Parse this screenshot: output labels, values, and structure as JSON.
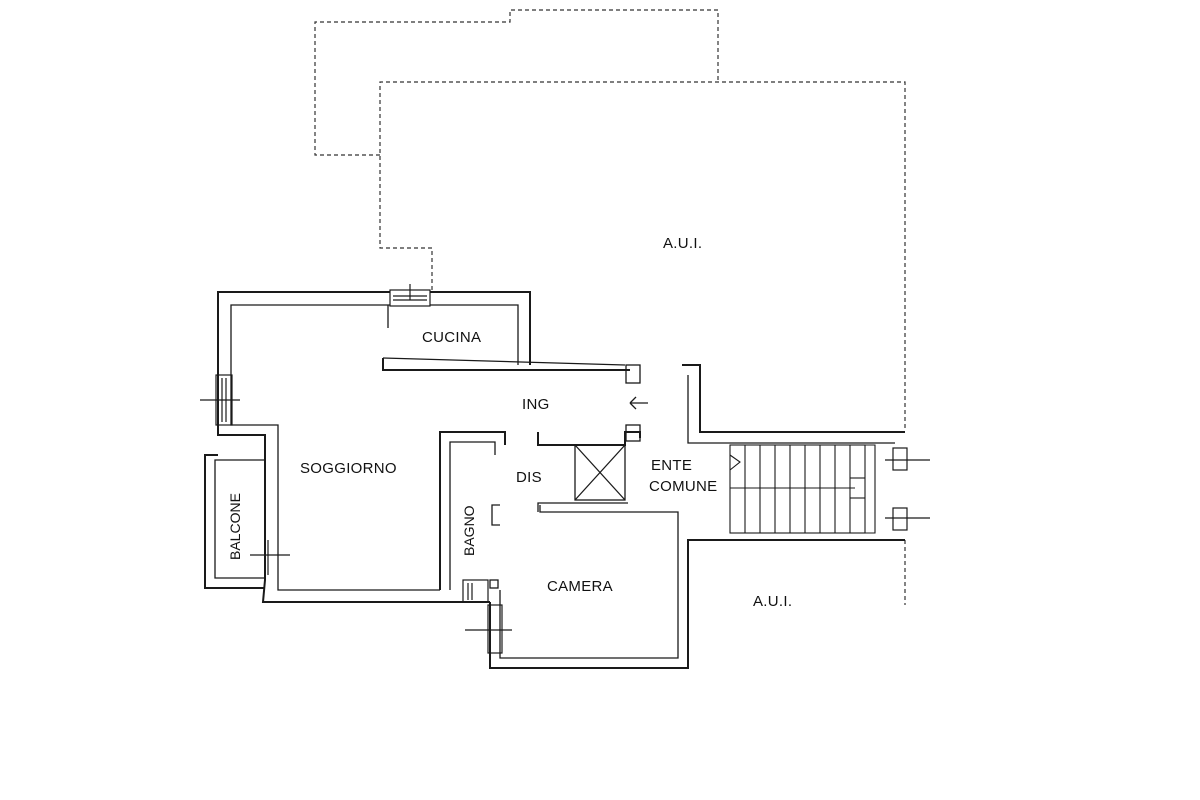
{
  "rooms": {
    "aui_top": "A.U.I.",
    "aui_bottom": "A.U.I.",
    "cucina": "CUCINA",
    "ing": "ING",
    "soggiorno": "SOGGIORNO",
    "dis": "DIS",
    "ente_line1": "ENTE",
    "ente_line2": "COMUNE",
    "balcone": "BALCONE",
    "bagno": "BAGNO",
    "camera": "CAMERA"
  }
}
